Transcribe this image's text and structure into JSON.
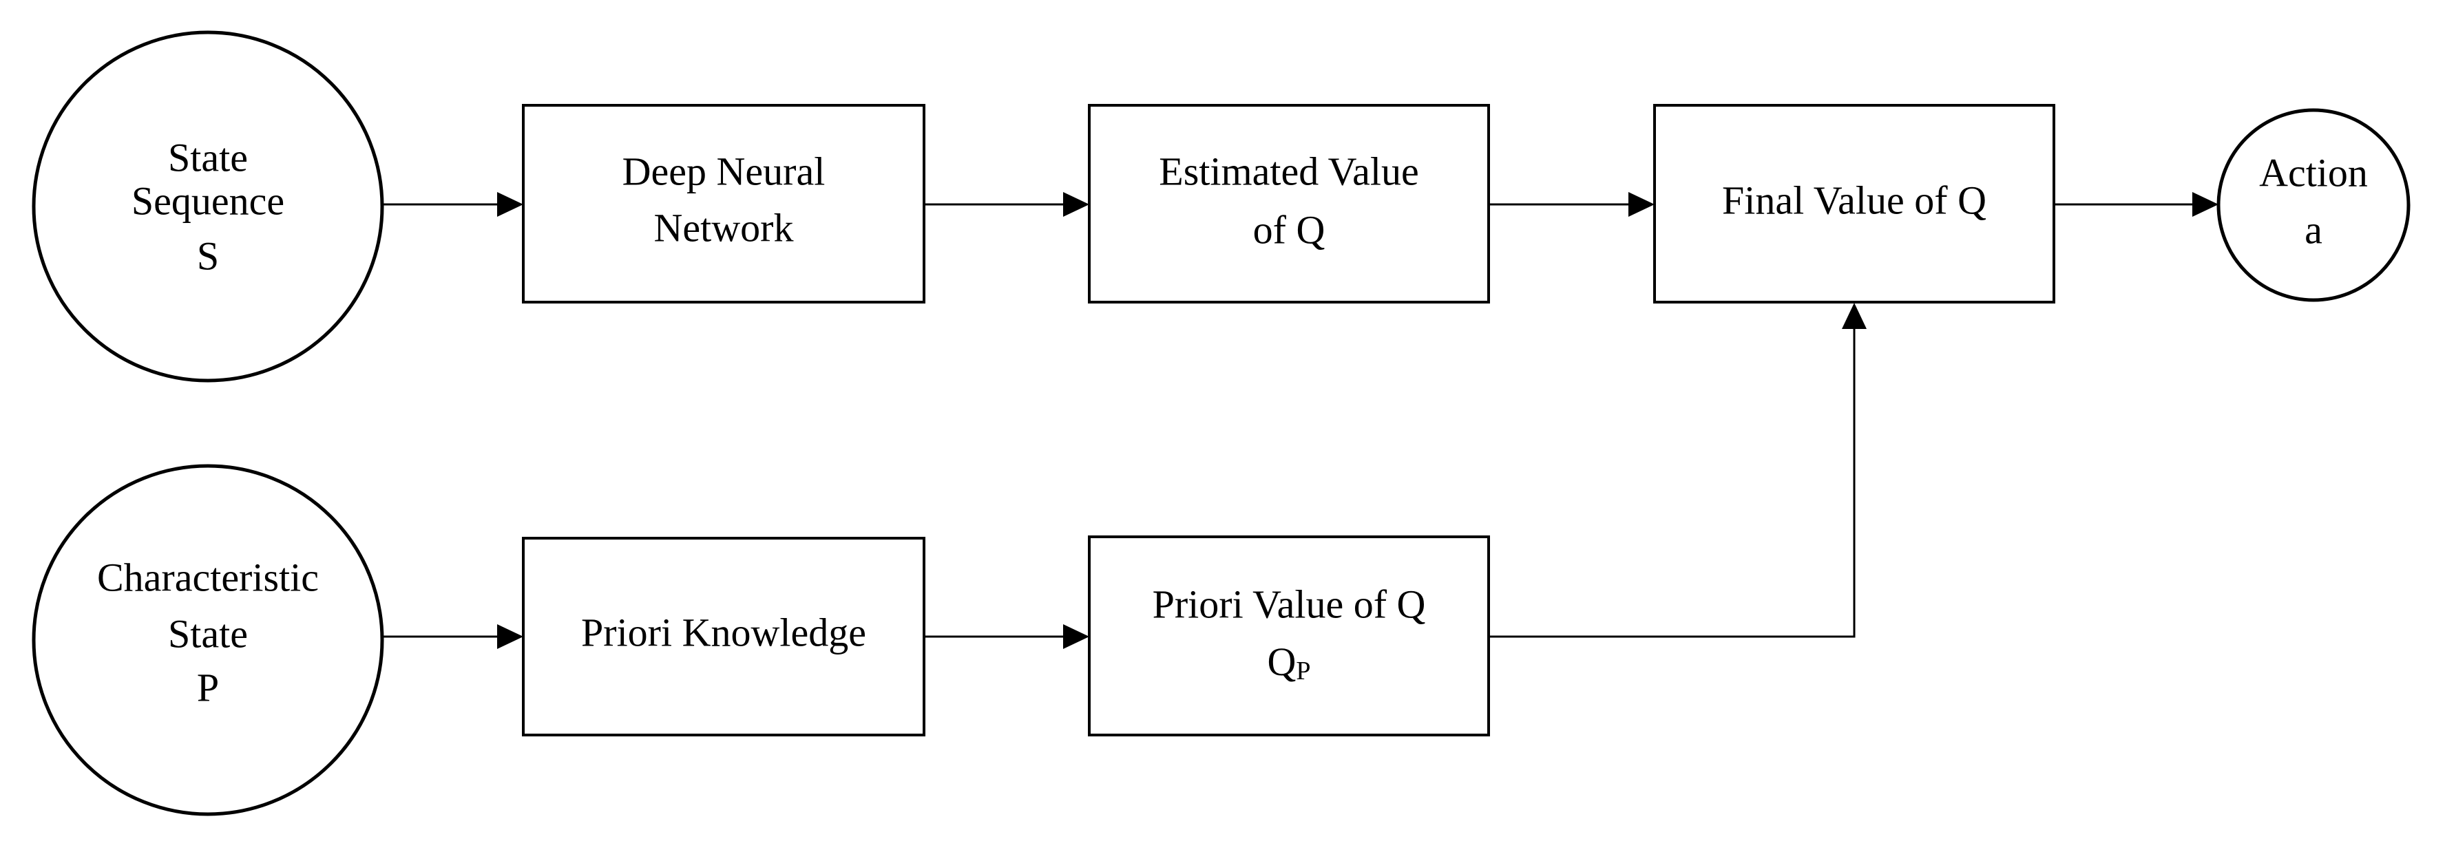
{
  "nodes": {
    "state_sequence": {
      "lines": [
        "State",
        "Sequence",
        "S"
      ]
    },
    "characteristic_state": {
      "lines": [
        "Characteristic",
        "State",
        "P"
      ]
    },
    "deep_neural_network": {
      "lines": [
        "Deep Neural",
        "Network"
      ]
    },
    "priori_knowledge": {
      "lines": [
        "Priori Knowledge"
      ]
    },
    "estimated_value": {
      "lines": [
        "Estimated Value",
        "of Q"
      ]
    },
    "priori_value": {
      "line1": "Priori Value of Q",
      "symbol": "Q",
      "subscript": "P"
    },
    "final_value": {
      "lines": [
        "Final Value of Q"
      ]
    },
    "action": {
      "lines": [
        "Action",
        "a"
      ]
    }
  },
  "colors": {
    "stroke": "#000000",
    "fill": "#ffffff",
    "background": "#ffffff"
  }
}
